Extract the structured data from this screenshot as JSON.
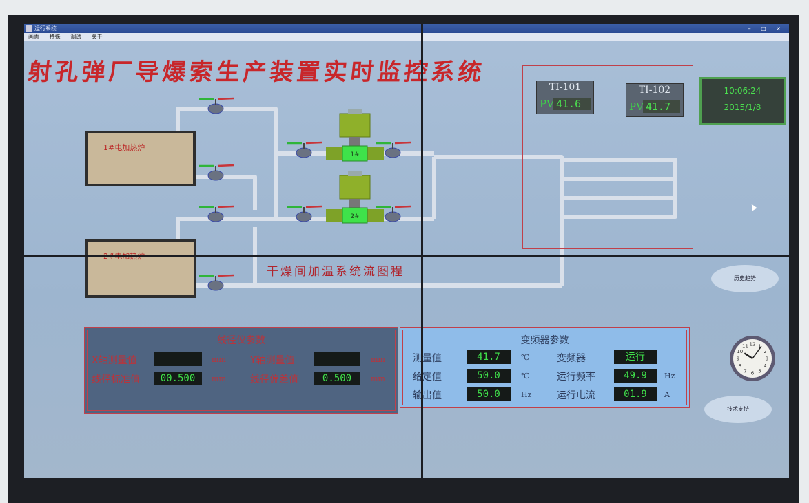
{
  "window": {
    "title": "运行系统",
    "controls": "– □ ×"
  },
  "menu": [
    "画面",
    "特殊",
    "调试",
    "关于"
  ],
  "main_title": "射孔弹厂导爆索生产装置实时监控系统",
  "process": {
    "furnace1": "1#电加热炉",
    "furnace2": "2#电加热炉",
    "pump1": "1#",
    "pump2": "2#",
    "flow_title": "干燥间加温系统流图程"
  },
  "sensors": [
    {
      "tag": "TI-101",
      "pv_label": "PV",
      "value": "41.6"
    },
    {
      "tag": "TI-102",
      "pv_label": "PV",
      "value": "41.7"
    }
  ],
  "clock": {
    "time": "10:06:24",
    "date": "2015/1/8",
    "analog_hour": 10,
    "analog_minute": 6
  },
  "buttons": {
    "history": "历史趋势",
    "support": "技术支持"
  },
  "wire_panel": {
    "title": "线径仪参数",
    "x_label": "X轴测量值",
    "x_value": "",
    "x_unit": "mm",
    "y_label": "Y轴测量值",
    "y_value": "",
    "y_unit": "mm",
    "std_label": "线径标准值",
    "std_value": "00.500",
    "std_unit": "mm",
    "dev_label": "线径偏差值",
    "dev_value": "0.500",
    "dev_unit": "mm"
  },
  "vfd_panel": {
    "title": "变频器参数",
    "measured_label": "测量值",
    "measured_value": "41.7",
    "measured_unit": "℃",
    "setpoint_label": "给定值",
    "setpoint_value": "50.0",
    "setpoint_unit": "℃",
    "output_label": "输出值",
    "output_value": "50.0",
    "output_unit": "Hz",
    "vfd_label": "变频器",
    "vfd_state": "运行",
    "freq_label": "运行频率",
    "freq_value": "49.9",
    "freq_unit": "Hz",
    "current_label": "运行电流",
    "current_value": "01.9",
    "current_unit": "A"
  }
}
